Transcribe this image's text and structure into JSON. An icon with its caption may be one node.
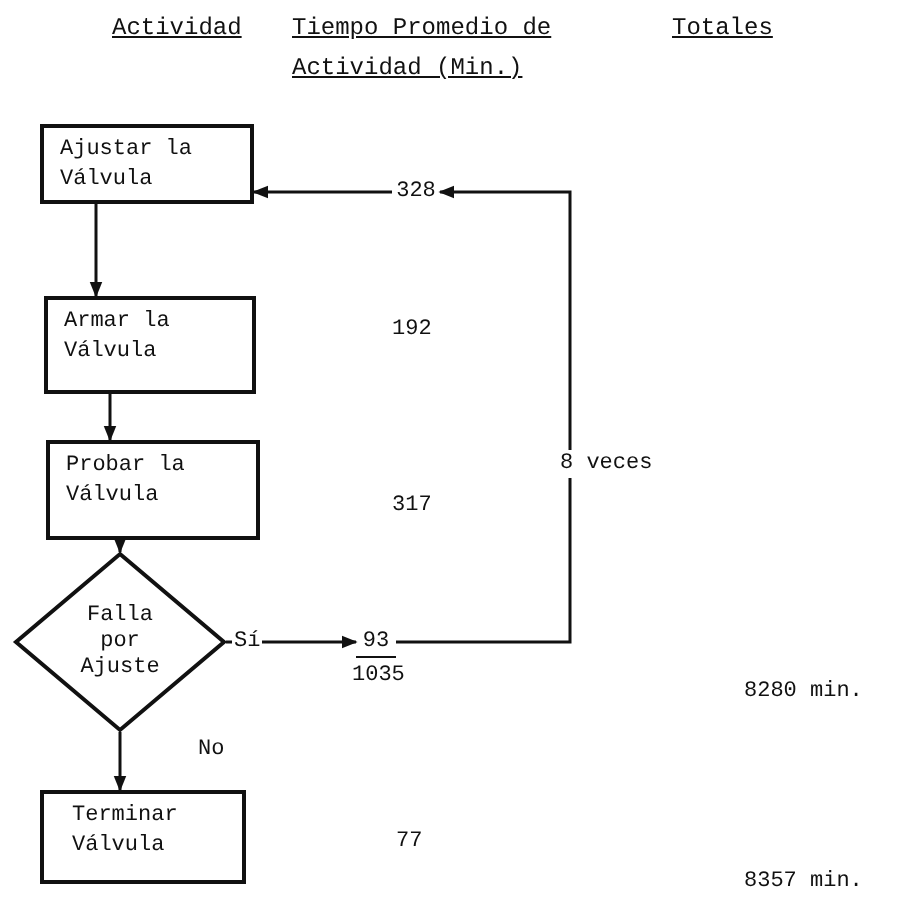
{
  "diagram": {
    "nodes": [
      {
        "text": [
          "Ajustar la Válvula"
        ]
      },
      {
        "text": [
          "Armar la Válvula"
        ]
      },
      {
        "text": [
          "Probar la Válvula"
        ]
      },
      {
        "text": [
          "Falla por Ajuste"
        ]
      },
      {
        "text": [
          "328"
        ]
      },
      {
        "text": [
          "93"
        ]
      },
      {
        "text": [
          "Terminar Válvula"
        ]
      }
    ],
    "edges": [
      {
        "from": 4,
        "to": 0,
        "arrow": "to"
      },
      {
        "from": 0,
        "to": 1,
        "arrow": "to"
      },
      {
        "from": 1,
        "to": 2,
        "arrow": "to"
      },
      {
        "from": 2,
        "to": 3,
        "arrow": "to"
      },
      {
        "from": 3,
        "to": 5,
        "arrow": "to",
        "label": "Sí"
      },
      {
        "from": 5,
        "to": 4,
        "arrow": "to",
        "label": "8 veces"
      },
      {
        "from": 3,
        "to": 6,
        "arrow": "to",
        "label": "No"
      }
    ],
    "labels": [
      "Actividad",
      "Tiempo Promedio de Actividad (Min.)",
      "Totales",
      "192",
      "317",
      "1035",
      "8280 min.",
      "77",
      "8357 min."
    ]
  }
}
